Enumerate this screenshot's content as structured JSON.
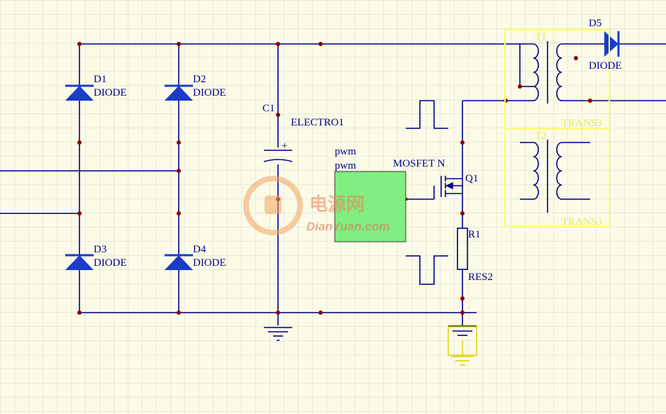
{
  "colors": {
    "background": "#fbfbe7",
    "grid": "#d9d9cf",
    "wire": "#00008b",
    "junction": "#8b0000",
    "label": "#00008b",
    "transformer_box": "#ffff66",
    "ic_fill": "#80ee80",
    "watermark": "#f4a460"
  },
  "components": {
    "d1": {
      "designator": "D1",
      "type": "DIODE"
    },
    "d2": {
      "designator": "D2",
      "type": "DIODE"
    },
    "d3": {
      "designator": "D3",
      "type": "DIODE"
    },
    "d4": {
      "designator": "D4",
      "type": "DIODE"
    },
    "d5": {
      "designator": "D5",
      "type": "DIODE"
    },
    "c1": {
      "designator": "C1",
      "type": "ELECTRO1",
      "polarity": "+"
    },
    "pwm": {
      "net1": "pwm",
      "net2": "pwm"
    },
    "q1": {
      "designator": "Q1",
      "type": "MOSFET N"
    },
    "r1": {
      "designator": "R1",
      "type": "RES2"
    },
    "t1": {
      "designator": "T1",
      "type": "TRANS3"
    },
    "t2": {
      "designator": "T2",
      "type": "TRANS3"
    }
  },
  "watermark": {
    "cn": "电源网",
    "en": "DianYuan.com",
    "icon": "power-plug-icon"
  }
}
